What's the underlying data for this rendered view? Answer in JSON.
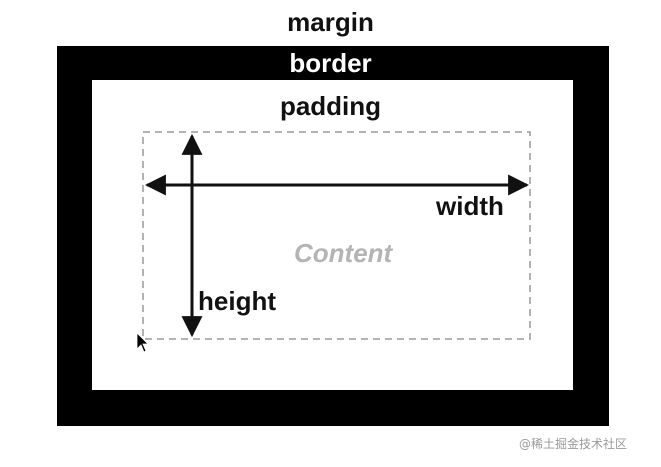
{
  "labels": {
    "margin": "margin",
    "border": "border",
    "padding": "padding",
    "width": "width",
    "height": "height",
    "content": "Content"
  },
  "watermark": "@稀土掘金技术社区",
  "colors": {
    "background": "#ffffff",
    "border_fill": "#000000",
    "padding_fill": "#ffffff",
    "content_outline": "#9a9a9a",
    "arrow": "#111111",
    "content_text": "#b4b4b4"
  }
}
